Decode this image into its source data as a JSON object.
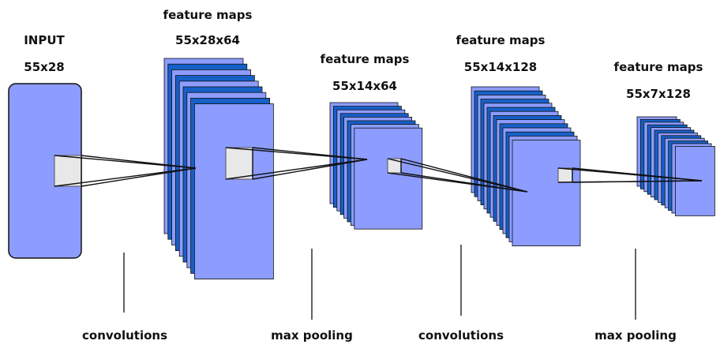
{
  "input": {
    "title": "INPUT",
    "size": "55x28"
  },
  "layers": [
    {
      "title": "feature maps",
      "size": "55x28x64"
    },
    {
      "title": "feature maps",
      "size": "55x14x64"
    },
    {
      "title": "feature maps",
      "size": "55x14x128"
    },
    {
      "title": "feature maps",
      "size": "55x7x128"
    }
  ],
  "operations": [
    {
      "label": "convolutions"
    },
    {
      "label": "max pooling"
    },
    {
      "label": "convolutions"
    },
    {
      "label": "max pooling"
    }
  ],
  "colors": {
    "map_light": "#8c9cff",
    "map_dark": "#1660c8",
    "outline": "#111111",
    "patch": "#e8e8e8"
  }
}
